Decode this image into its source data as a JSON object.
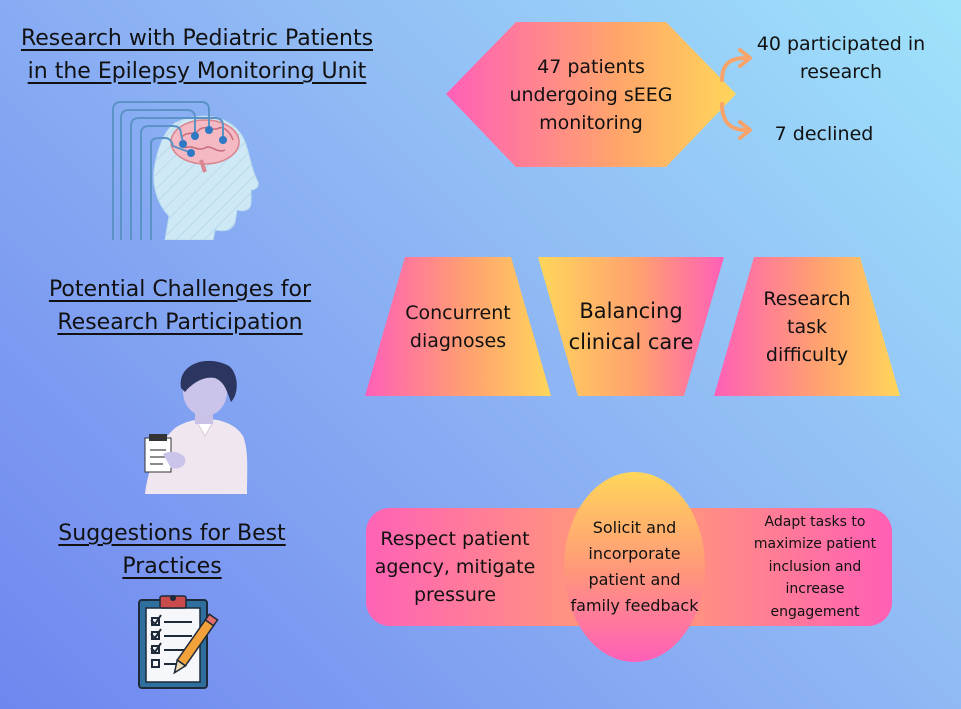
{
  "sections": {
    "research": {
      "title_line1": "Research with Pediatric Patients",
      "title_line2": "in the Epilepsy Monitoring Unit"
    },
    "challenges": {
      "title_line1": "Potential Challenges for",
      "title_line2": "Research Participation"
    },
    "suggestions": {
      "title_line1": "Suggestions for Best",
      "title_line2": "Practices"
    }
  },
  "flow": {
    "source": [
      "47 patients",
      "undergoing sEEG",
      "monitoring"
    ],
    "participated": [
      "40 participated in",
      "research"
    ],
    "declined": "7 declined"
  },
  "challenges": [
    [
      "Concurrent",
      "diagnoses"
    ],
    [
      "Balancing",
      "clinical care"
    ],
    [
      "Research",
      "task",
      "difficulty"
    ]
  ],
  "suggestions": [
    [
      "Respect patient",
      "agency, mitigate",
      "pressure"
    ],
    [
      "Solicit and",
      "incorporate",
      "patient and",
      "family feedback"
    ],
    [
      "Adapt tasks to",
      "maximize patient",
      "inclusion and",
      "increase",
      "engagement"
    ]
  ],
  "icons": [
    "brain-head-icon",
    "clinician-clipboard-icon",
    "checklist-clipboard-icon"
  ],
  "colors": {
    "pink": "#ff5fb5",
    "yellow": "#ffd65a",
    "orange": "#ff9f6e",
    "arrow": "#f7a36a"
  }
}
